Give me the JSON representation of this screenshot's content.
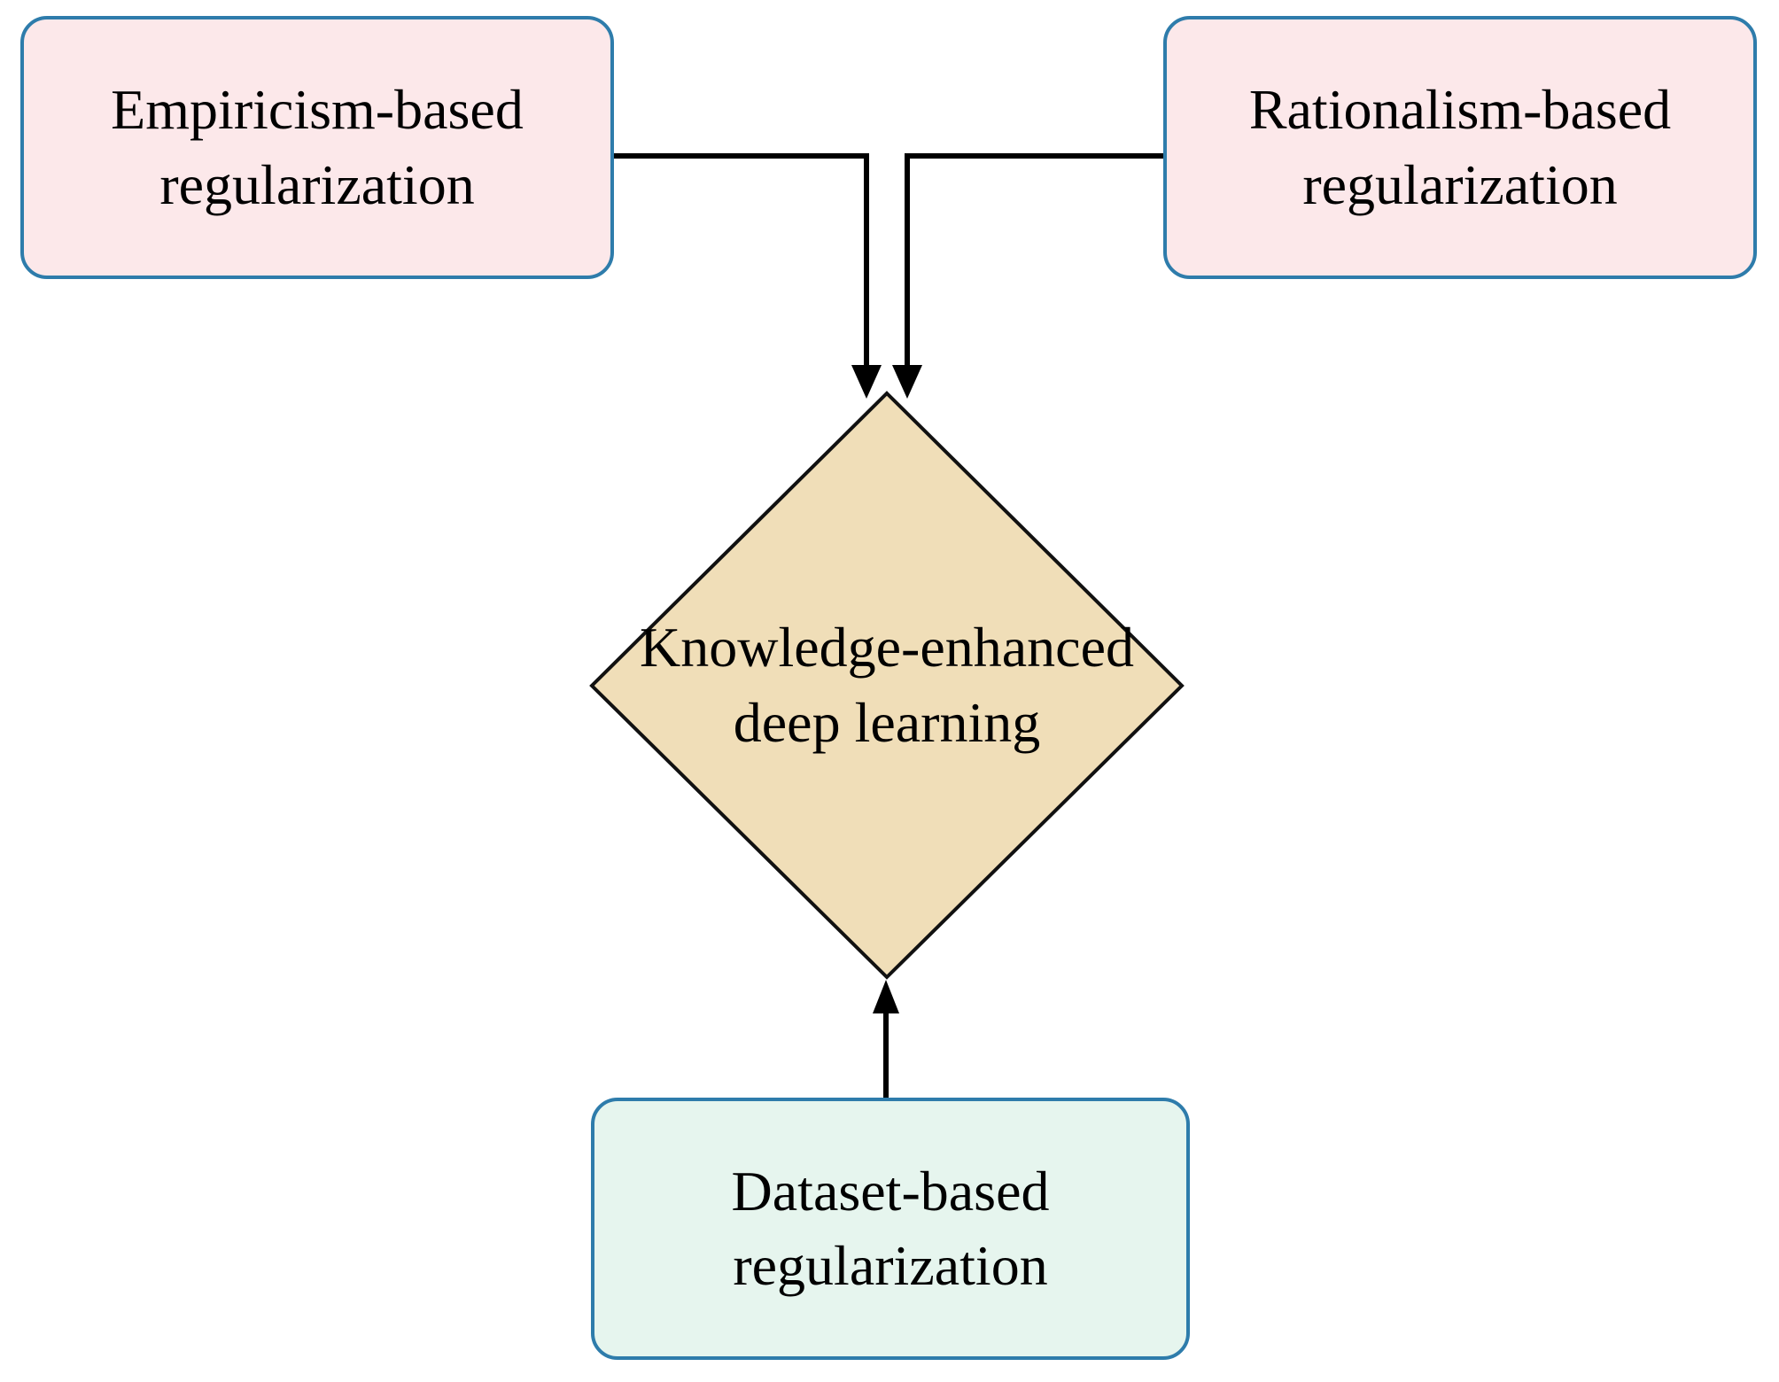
{
  "diagram": {
    "title": "Knowledge-enhanced deep learning regularization diagram",
    "background_color": "#ffffff",
    "connector_color": "#000000",
    "nodes": {
      "empiricism": {
        "line1": "Empiricism-based",
        "line2": "regularization",
        "shape": "rounded-rectangle",
        "fill": "#fce8ea",
        "border": "#2e7cab"
      },
      "rationalism": {
        "line1": "Rationalism-based",
        "line2": "regularization",
        "shape": "rounded-rectangle",
        "fill": "#fce8ea",
        "border": "#2e7cab"
      },
      "knowledge": {
        "line1": "Knowledge-enhanced",
        "line2": "deep learning",
        "shape": "diamond",
        "fill": "#f0deb8",
        "border": "#111111"
      },
      "dataset": {
        "line1": "Dataset-based",
        "line2": "regularization",
        "shape": "rounded-rectangle",
        "fill": "#e6f5ee",
        "border": "#2e7cab"
      }
    },
    "edges": [
      {
        "from": "empiricism",
        "to": "knowledge",
        "style": "elbow",
        "arrow": "down"
      },
      {
        "from": "rationalism",
        "to": "knowledge",
        "style": "elbow",
        "arrow": "down"
      },
      {
        "from": "dataset",
        "to": "knowledge",
        "style": "straight",
        "arrow": "up"
      }
    ]
  }
}
